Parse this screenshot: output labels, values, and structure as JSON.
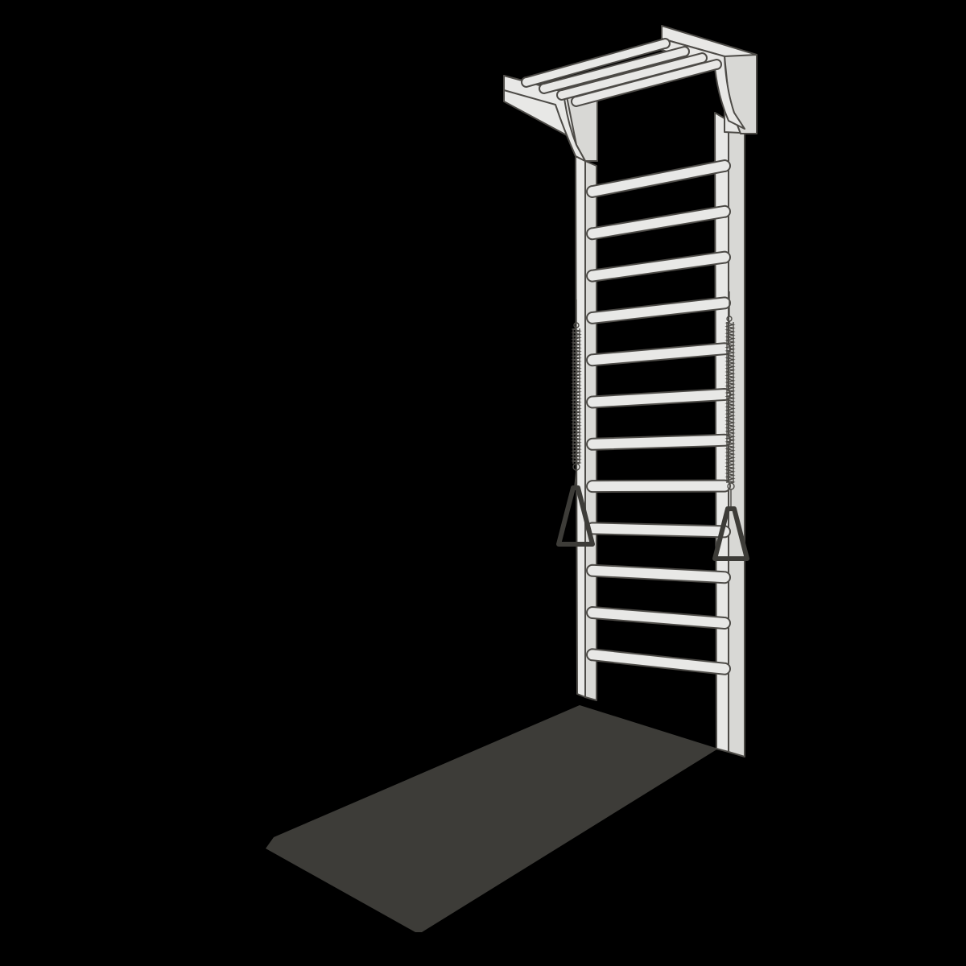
{
  "scene": {
    "subject": "wall-bars-with-pull-up-bar",
    "rung_count": 12,
    "pullup_bar_count": 4,
    "accessories": [
      "exercise-mat",
      "spring-expander-left",
      "spring-expander-right"
    ],
    "colors": {
      "background": "#000000",
      "frame": "#e8e8e6",
      "frame_side": "#d8d8d5",
      "outline": "#4d4b47",
      "mat": "#3d3c38",
      "handle": "#3d3c38"
    }
  }
}
